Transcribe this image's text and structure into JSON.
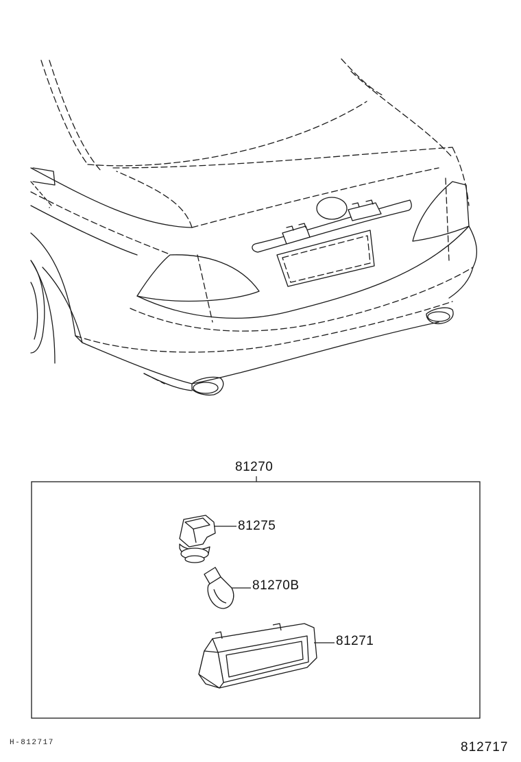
{
  "diagram": {
    "background_color": "#ffffff",
    "line_color": "#1a1a1a",
    "callouts": {
      "assembly": "81270",
      "socket": "81275",
      "bulb": "81270B",
      "lens": "81271"
    },
    "footer": {
      "left_code": "H-812717",
      "right_code": "812717"
    }
  }
}
